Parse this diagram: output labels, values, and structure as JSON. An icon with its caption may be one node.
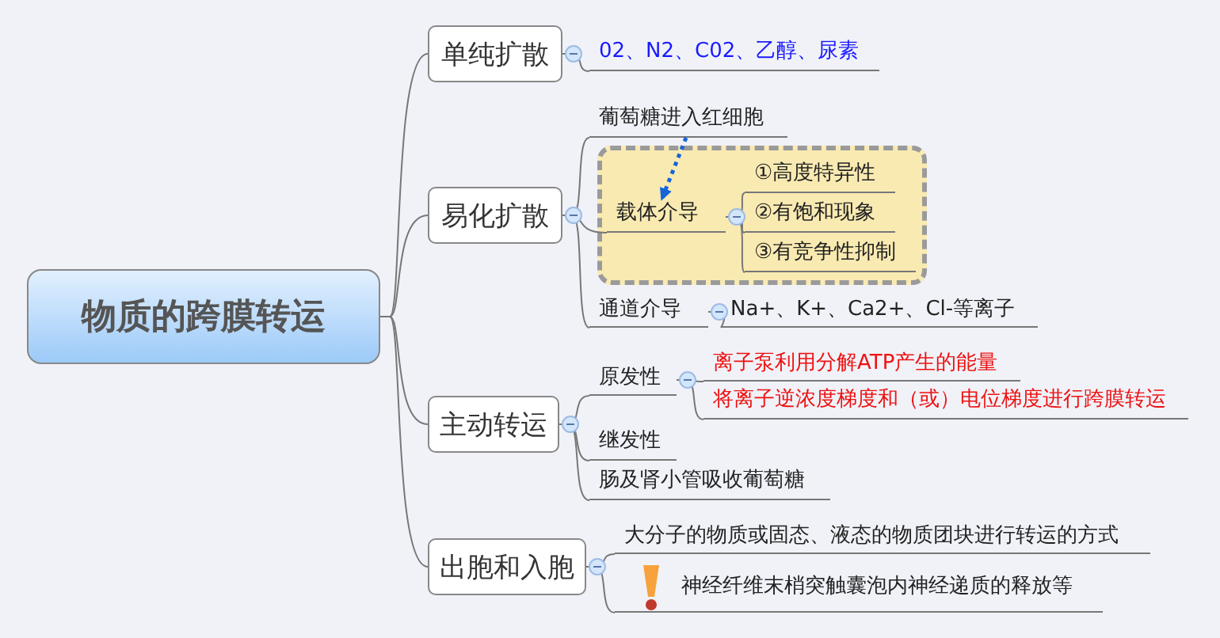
{
  "diagram": {
    "nodes": [
      {
        "text": [
          "物质的跨膜转运"
        ]
      },
      {
        "text": [
          "单纯扩散"
        ]
      },
      {
        "text": [
          "02、N2、C02、乙醇、尿素"
        ]
      },
      {
        "text": [
          "易化扩散"
        ]
      },
      {
        "text": [
          "葡萄糖进入红细胞"
        ]
      },
      {
        "text": [],
        "shape": "box"
      },
      {
        "text": [
          "载体介导"
        ],
        "in": 5
      },
      {
        "text": [
          "①高度特异性"
        ],
        "in": 5
      },
      {
        "text": [
          "②有饱和现象"
        ],
        "in": 5
      },
      {
        "text": [
          "③有竞争性抑制"
        ],
        "in": 5
      },
      {
        "text": [
          "通道介导"
        ]
      },
      {
        "text": [
          "Na+、K+、Ca2+、Cl-等离子"
        ]
      },
      {
        "text": [
          "主动转运"
        ]
      },
      {
        "text": [
          "原发性"
        ]
      },
      {
        "text": [
          "离子泵利用分解ATP产生的能量"
        ]
      },
      {
        "text": [
          "将离子逆浓度梯度和（或）电位梯度进行跨膜转运"
        ]
      },
      {
        "text": [
          "继发性"
        ]
      },
      {
        "text": [
          "肠及肾小管吸收葡萄糖"
        ]
      },
      {
        "text": [
          "出胞和入胞"
        ]
      },
      {
        "text": [
          "大分子的物质或固态、液态的物质团块进行转运的方式"
        ]
      },
      {
        "text": [
          "神经纤维末梢突触囊泡内神经递质的释放等"
        ]
      }
    ],
    "edges": [
      {
        "from": 0,
        "to": 1,
        "arrow": "none"
      },
      {
        "from": 0,
        "to": 3,
        "arrow": "none"
      },
      {
        "from": 0,
        "to": 12,
        "arrow": "none"
      },
      {
        "from": 0,
        "to": 18,
        "arrow": "none"
      },
      {
        "from": 1,
        "to": 2,
        "arrow": "none"
      },
      {
        "from": 3,
        "to": 4,
        "arrow": "none"
      },
      {
        "from": 3,
        "to": 6,
        "arrow": "none"
      },
      {
        "from": 3,
        "to": 10,
        "arrow": "none"
      },
      {
        "from": 6,
        "to": 7,
        "arrow": "none"
      },
      {
        "from": 6,
        "to": 8,
        "arrow": "none"
      },
      {
        "from": 6,
        "to": 9,
        "arrow": "none"
      },
      {
        "from": 10,
        "to": 11,
        "arrow": "none"
      },
      {
        "from": 12,
        "to": 13,
        "arrow": "none"
      },
      {
        "from": 12,
        "to": 16,
        "arrow": "none"
      },
      {
        "from": 12,
        "to": 17,
        "arrow": "none"
      },
      {
        "from": 13,
        "to": 14,
        "arrow": "none"
      },
      {
        "from": 13,
        "to": 15,
        "arrow": "none"
      },
      {
        "from": 18,
        "to": 19,
        "arrow": "none"
      },
      {
        "from": 18,
        "to": 20,
        "arrow": "none"
      },
      {
        "from": 4,
        "to": 6,
        "arrow": "to",
        "style": "dashed",
        "color": "#1565d8"
      }
    ]
  }
}
